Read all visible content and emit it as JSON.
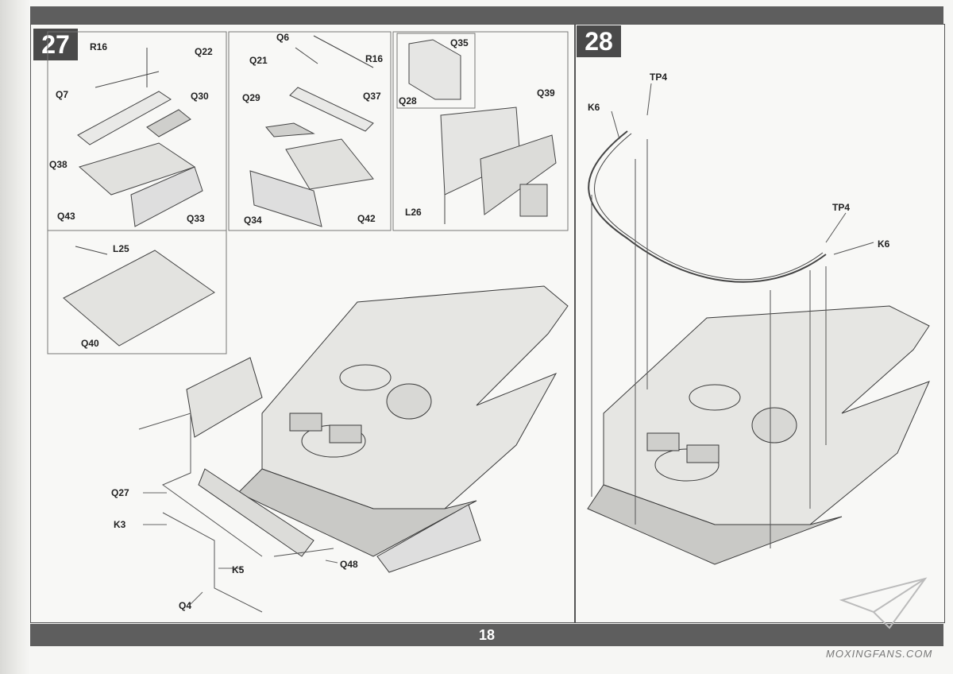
{
  "page_number": "18",
  "watermark": "MOXINGFANS.COM",
  "step27": {
    "number": "27",
    "labels": [
      "R16",
      "Q22",
      "Q7",
      "Q30",
      "Q38",
      "Q43",
      "Q33",
      "Q6",
      "R16",
      "Q21",
      "Q29",
      "Q37",
      "Q34",
      "Q42",
      "Q35",
      "Q28",
      "Q39",
      "L26",
      "L25",
      "Q40",
      "Q27",
      "K3",
      "K5",
      "Q4",
      "Q48"
    ]
  },
  "step28": {
    "number": "28",
    "labels": [
      "TP4",
      "K6",
      "TP4",
      "K6"
    ]
  }
}
